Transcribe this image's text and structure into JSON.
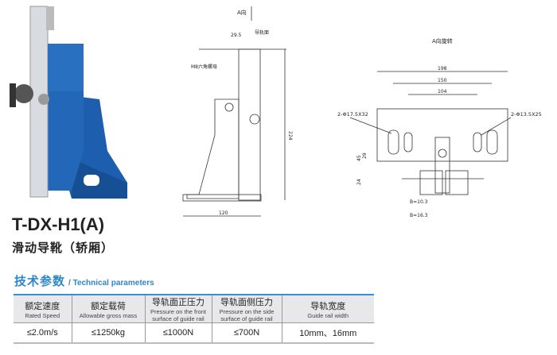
{
  "product": {
    "model": "T-DX-H1(A)",
    "name": "滑动导靴（轿厢）"
  },
  "section": {
    "title_cn": "技术参数",
    "title_en": "/ Technical parameters"
  },
  "table": {
    "headers": [
      {
        "cn": "额定速度",
        "en": "Rated Speed"
      },
      {
        "cn": "额定载荷",
        "en": "Allowable gross mass"
      },
      {
        "cn": "导轨面正压力",
        "en": "Pressure on the front surface of guide rail"
      },
      {
        "cn": "导轨面侧压力",
        "en": "Pressure on the side surface of guide rail"
      },
      {
        "cn": "导轨宽度",
        "en": "Guide rail width"
      }
    ],
    "values": [
      "≤2.0m/s",
      "≤1250kg",
      "≤1000N",
      "≤700N",
      "10mm、16mm"
    ]
  },
  "side_view": {
    "a_dir": "A向",
    "dim_top": "29.5",
    "guide_face": "导轨面",
    "nut": "M8六角螺母",
    "height": "224",
    "width": "120"
  },
  "front_view": {
    "title": "A向旋转",
    "d198": "198",
    "d150": "150",
    "d104": "104",
    "hole_left": "2-Φ17.5X32",
    "hole_right": "2-Φ13.5X25",
    "d29": "29",
    "d45": "45",
    "d24": "24",
    "b1": "B=10.3",
    "b2": "B=16.3"
  }
}
